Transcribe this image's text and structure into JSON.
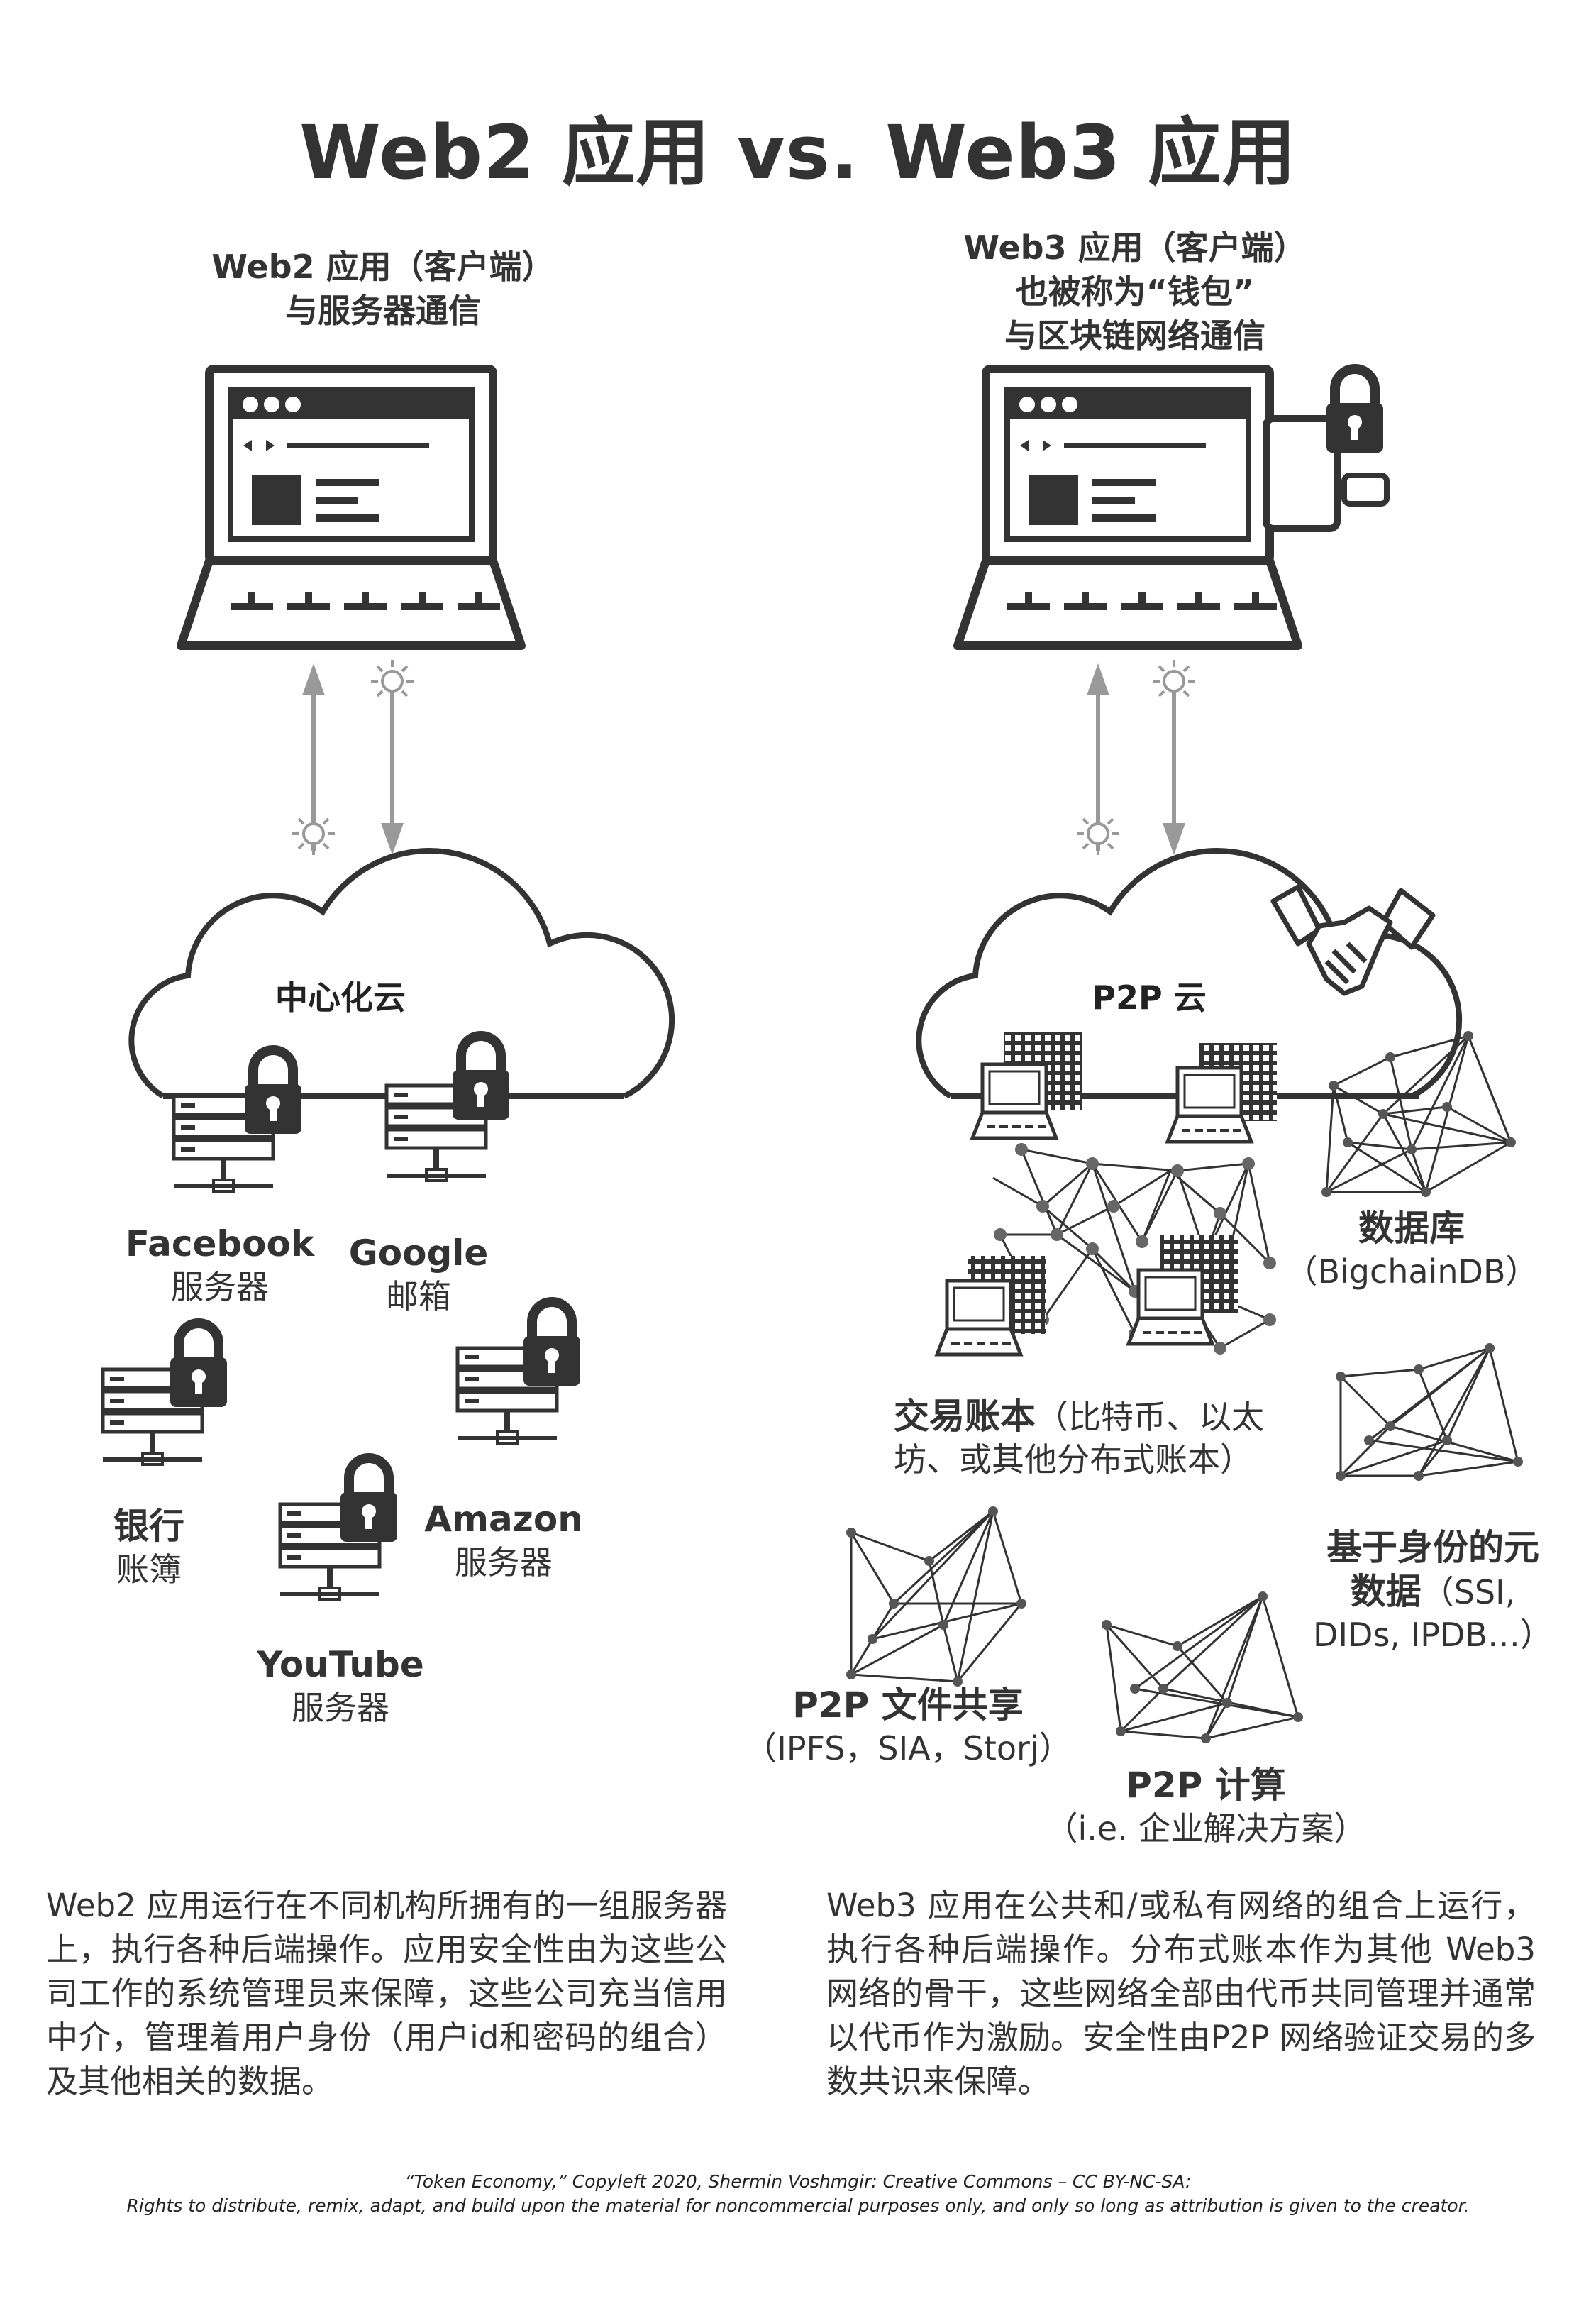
{
  "title": "Web2 应用 vs. Web3 应用",
  "web2": {
    "header": [
      "Web2 应用（客户端）",
      "与服务器通信"
    ],
    "cloud_label": "中心化云",
    "servers": [
      {
        "name": "Facebook",
        "sub": "服务器"
      },
      {
        "name": "Google",
        "sub": "邮箱"
      },
      {
        "name": "银行",
        "sub": "账簿"
      },
      {
        "name": "Amazon",
        "sub": "服务器"
      },
      {
        "name": "YouTube",
        "sub": "服务器"
      }
    ],
    "description": "Web2 应用运行在不同机构所拥有的一组服务器上，执行各种后端操作。应用安全性由为这些公司工作的系统管理员来保障，这些公司充当信用中介，管理着用户身份（用户id和密码的组合）及其他相关的数据。"
  },
  "web3": {
    "header": [
      "Web3 应用（客户端）",
      "也被称为“钱包”",
      "与区块链网络通信"
    ],
    "cloud_label": "P2P 云",
    "ledger": {
      "bold": "交易账本",
      "rest1": "（比特币、以太",
      "rest2": "坊、或其他分布式账本）"
    },
    "database": {
      "bold": "数据库",
      "sub": "（BigchainDB）"
    },
    "identity": {
      "bold1": "基于身份的元",
      "bold2": "数据",
      "rest2": "（SSI,",
      "rest3": "DIDs, IPDB…）"
    },
    "filesharing": {
      "bold": "P2P 文件共享",
      "sub": "（IPFS，SIA，Storj）"
    },
    "computing": {
      "bold": "P2P 计算",
      "sub": "（i.e. 企业解决方案）"
    },
    "description": "Web3 应用在公共和/或私有网络的组合上运行，执行各种后端操作。分布式账本作为其他 Web3 网络的骨干，这些网络全部由代币共同管理并通常以代币作为激励。安全性由P2P 网络验证交易的多数共识来保障。"
  },
  "footer": [
    "“Token Economy,” Copyleft 2020, Shermin Voshmgir: Creative Commons – CC BY-NC-SA:",
    "Rights to distribute, remix, adapt, and build upon the material  for noncommercial purposes only, and only so long as attribution is given to the creator."
  ]
}
